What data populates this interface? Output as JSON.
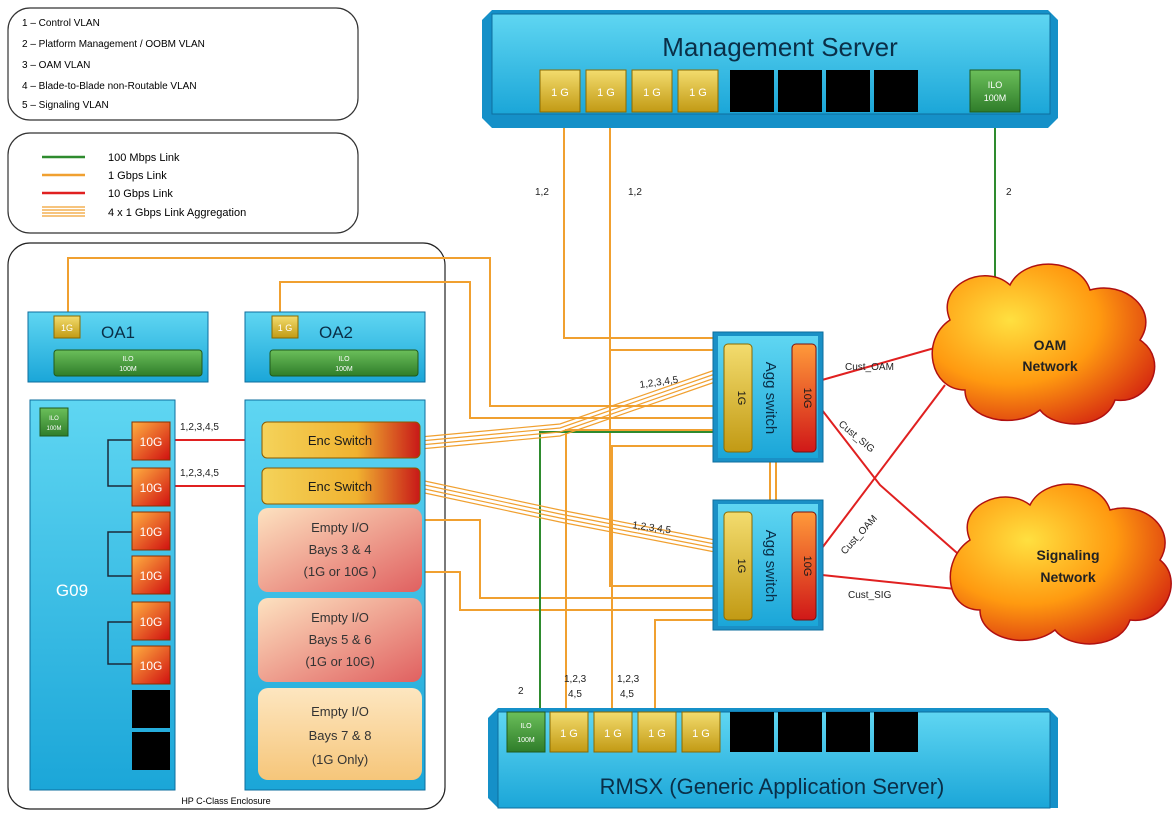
{
  "legend_vlans": [
    "1 – Control VLAN",
    "2 – Platform Management / OOBM VLAN",
    "3 – OAM VLAN",
    "4 – Blade-to-Blade non-Routable VLAN",
    "5 – Signaling VLAN"
  ],
  "legend_links": [
    {
      "label": "100 Mbps Link",
      "color": "#2e8b2e"
    },
    {
      "label": "1 Gbps Link",
      "color": "#f0a030"
    },
    {
      "label": "10 Gbps Link",
      "color": "#e02020"
    },
    {
      "label": "4 x 1 Gbps Link Aggregation",
      "color": "#f0a030"
    }
  ],
  "mgmt_server": {
    "title": "Management Server",
    "ports": [
      "1 G",
      "1 G",
      "1 G",
      "1 G"
    ],
    "ilo_line1": "ILO",
    "ilo_line2": "100M"
  },
  "rmsx": {
    "title": "RMSX (Generic Application Server)",
    "ports": [
      "1 G",
      "1 G",
      "1 G",
      "1 G"
    ],
    "ilo_line1": "ILO",
    "ilo_line2": "100M"
  },
  "enclosure": {
    "caption": "HP C-Class Enclosure",
    "oa1": {
      "label": "OA1",
      "port": "1G",
      "ilo_line1": "ILO",
      "ilo_line2": "100M"
    },
    "oa2": {
      "label": "OA2",
      "port": "1 G",
      "ilo_line1": "ILO",
      "ilo_line2": "100M"
    },
    "blade": {
      "label": "G09",
      "ports": [
        "10G",
        "10G",
        "10G",
        "10G",
        "10G",
        "10G"
      ],
      "ilo_line1": "ILO",
      "ilo_line2": "100M"
    },
    "enc_switches": [
      "Enc Switch",
      "Enc Switch"
    ],
    "empty_bays": [
      {
        "lines": [
          "Empty I/O",
          "Bays 3 & 4",
          "(1G or 10G )"
        ]
      },
      {
        "lines": [
          "Empty I/O",
          "Bays 5 & 6",
          "(1G or 10G)"
        ]
      },
      {
        "lines": [
          "Empty I/O",
          "Bays 7 & 8",
          "(1G Only)"
        ]
      }
    ]
  },
  "agg_switches": [
    {
      "label": "Agg switch",
      "left": "1G",
      "right": "10G"
    },
    {
      "label": "Agg switch",
      "left": "1G",
      "right": "10G"
    }
  ],
  "clouds": [
    {
      "lines": [
        "OAM",
        "Network"
      ]
    },
    {
      "lines": [
        "Signaling",
        "Network"
      ]
    }
  ],
  "link_labels": {
    "mgmt1": "1,2",
    "mgmt2": "1,2",
    "ilo_mgmt": "2",
    "blade1": "1,2,3,4,5",
    "blade2": "1,2,3,4,5",
    "agg_top": "1,2,3,4,5",
    "agg_bot": "1,2,3,4,5",
    "cust_oam1": "Cust_OAM",
    "cust_sig1": "Cust_SIG",
    "cust_oam2": "Cust_OAM",
    "cust_sig2": "Cust_SIG",
    "rmsx_ilo": "2",
    "rmsx_p1_a": "1,2,3",
    "rmsx_p1_b": "4,5",
    "rmsx_p2_a": "1,2,3",
    "rmsx_p2_b": "4,5"
  }
}
